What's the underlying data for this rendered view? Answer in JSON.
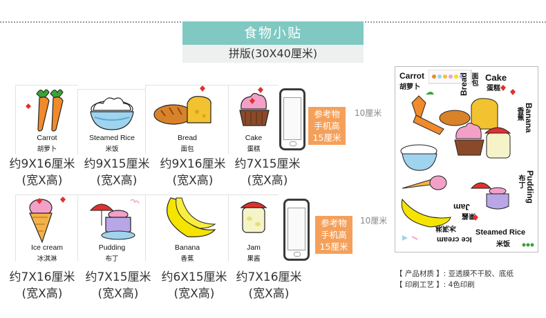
{
  "title": "食物小贴",
  "subtitle": "拼版(30X40厘米)",
  "row1": [
    {
      "en": "Carrot",
      "zh": "胡萝卜",
      "size": "约9X16厘米",
      "note": "(宽X高)"
    },
    {
      "en": "Steamed Rice",
      "zh": "米饭",
      "size": "约9X15厘米",
      "note": "(宽X高)"
    },
    {
      "en": "Bread",
      "zh": "面包",
      "size": "约9X16厘米",
      "note": "(宽X高)"
    },
    {
      "en": "Cake",
      "zh": "蛋糕",
      "size": "约7X15厘米",
      "note": "(宽X高)"
    }
  ],
  "row2": [
    {
      "en": "Ice cream",
      "zh": "冰淇淋",
      "size": "约7X16厘米",
      "note": "(宽X高)"
    },
    {
      "en": "Pudding",
      "zh": "布丁",
      "size": "约7X15厘米",
      "note": "(宽X高)"
    },
    {
      "en": "Banana",
      "zh": "香蕉",
      "size": "约6X15厘米",
      "note": "(宽X高)"
    },
    {
      "en": "Jam",
      "zh": "果酱",
      "size": "约7X16厘米",
      "note": "(宽X高)"
    }
  ],
  "reference": {
    "line1": "参考物",
    "line2": "手机高",
    "line3": "15厘米"
  },
  "ten_cm": "10厘米",
  "sheet": {
    "carrot_en": "Carrot",
    "carrot_zh": "胡萝卜",
    "bread_en": "Bread",
    "bread_zh": "面包",
    "cake_en": "Cake",
    "cake_zh": "蛋糕",
    "banana_en": "Banana",
    "banana_zh": "香蕉",
    "pudding_en": "Pudding",
    "pudding_zh": "布丁",
    "jam_en": "Jam",
    "jam_zh": "果酱",
    "ice_en": "Ice cream",
    "ice_zh": "冰淇淋",
    "rice_en": "Steamed Rice",
    "rice_zh": "米饭"
  },
  "material": {
    "label": "【 产品材质 】:",
    "value": "亚透膜不干胶、底纸"
  },
  "printing": {
    "label": "【 印刷工艺 】:",
    "value": "4色印刷"
  },
  "colors": {
    "teal": "#7fc9c2",
    "orange": "#f5a05a",
    "carrot": "#f08a2a",
    "banana": "#f5e400",
    "bread": "#f2c230",
    "pink": "#f3a0c8",
    "red": "#e0312d",
    "rice_bowl": "#9fd3ee"
  }
}
